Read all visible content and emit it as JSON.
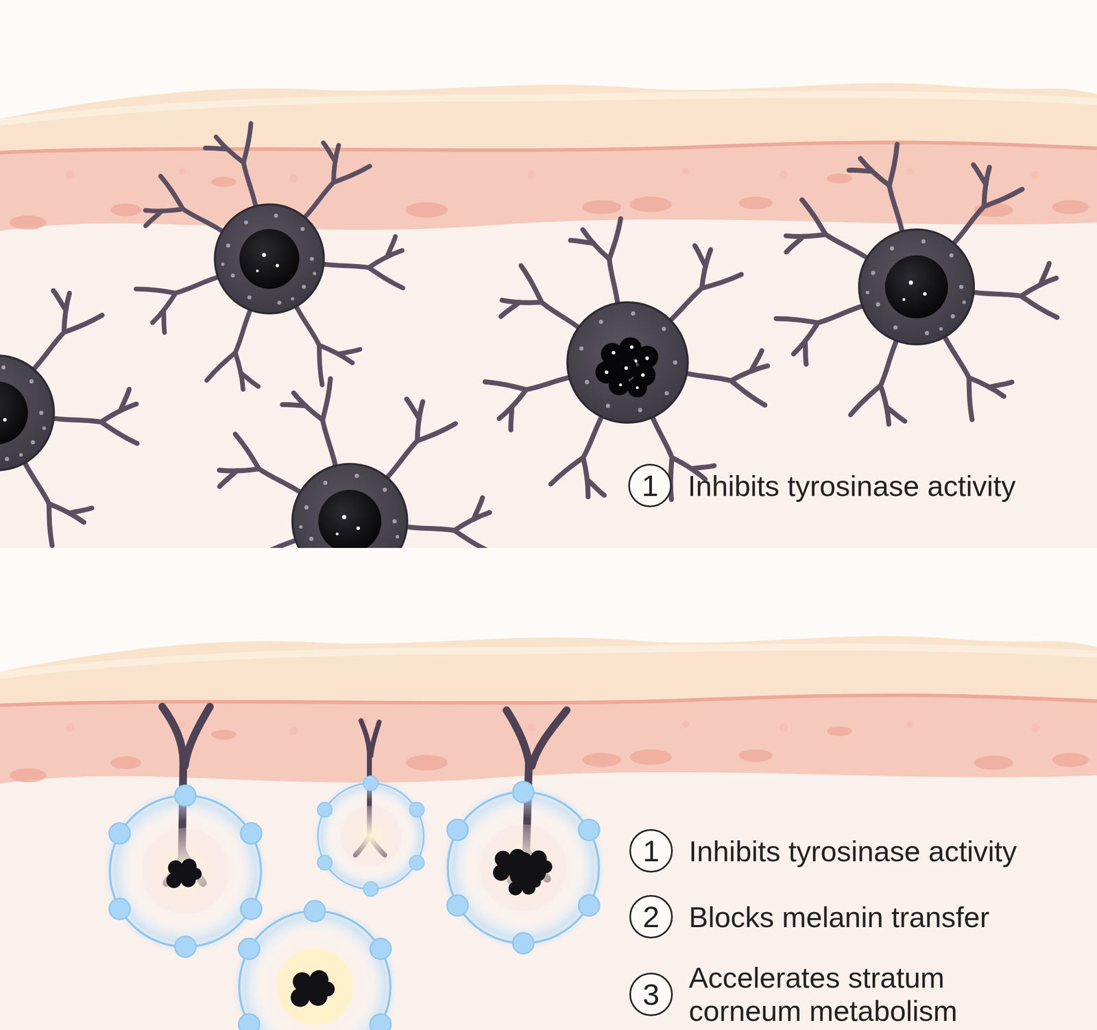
{
  "diagram": {
    "labels": [
      "1",
      "Inhibits tyrosinase activity",
      "1",
      "Inhibits tyrosinase activity",
      "2",
      "Blocks melanin transfer",
      "3",
      "Accelerates stratum corneum metabolism"
    ]
  }
}
